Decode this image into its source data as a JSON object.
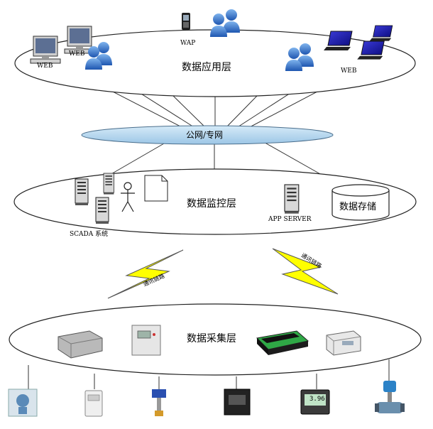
{
  "layers": {
    "application": "数据应用层",
    "network": "公网/专网",
    "monitoring": "数据监控层",
    "storage": "数据存储",
    "acquisition": "数据采集层"
  },
  "application_labels": {
    "web_left_1": "WEB",
    "web_left_2": "WEB",
    "wap": "WAP",
    "web_right": "WEB"
  },
  "monitoring_labels": {
    "scada": "SCADA 系统",
    "app_server": "APP SERVER"
  },
  "links": {
    "left": "通讯链路",
    "right": "通讯链路"
  },
  "field_device": "3.96",
  "icons": {
    "pc": "desktop-computer-icon",
    "user": "user-group-icon",
    "phone": "mobile-phone-icon",
    "laptop": "laptop-icon",
    "server": "server-tower-icon",
    "person": "operator-icon",
    "document": "document-icon",
    "database": "database-cylinder-icon",
    "lightning": "lightning-bolt-icon"
  },
  "colors": {
    "network_band": "#b8d8ef",
    "lightning": "#ffff00",
    "laptop_screen": "#1f1fbf",
    "user_figure": "#2d6fc8",
    "monitor_screen": "#2a7a9a"
  }
}
